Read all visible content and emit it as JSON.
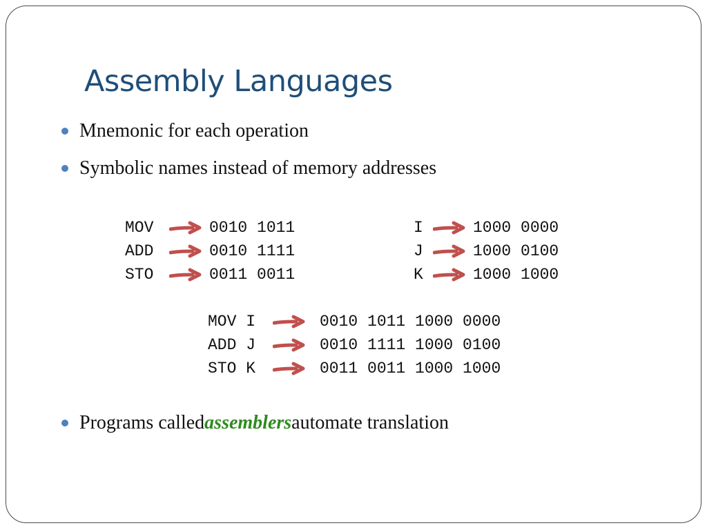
{
  "slide": {
    "title": "Assembly Languages",
    "bullets": [
      "Mnemonic for each operation",
      "Symbolic names instead of memory addresses"
    ],
    "last_bullet": {
      "prefix": "Programs called ",
      "emphasis": "assemblers",
      "suffix": " automate translation"
    },
    "opcodes": [
      {
        "mnemonic": "MOV",
        "binary": "0010 1011"
      },
      {
        "mnemonic": "ADD",
        "binary": "0010 1111"
      },
      {
        "mnemonic": "STO",
        "binary": "0011 0011"
      }
    ],
    "symbols": [
      {
        "name": "I",
        "binary": "1000 0000"
      },
      {
        "name": "J",
        "binary": "1000 0100"
      },
      {
        "name": "K",
        "binary": "1000 1000"
      }
    ],
    "instructions": [
      {
        "assembly": "MOV I",
        "binary": "0010 1011 1000 0000"
      },
      {
        "assembly": "ADD J",
        "binary": "0010 1111 1000 0100"
      },
      {
        "assembly": "STO K",
        "binary": "0011 0011 1000 1000"
      }
    ],
    "colors": {
      "title": "#1f4e79",
      "bullet_dot": "#4f81bd",
      "arrow": "#c0504d",
      "emphasis": "#2e8b1e",
      "border": "#4a4a4a"
    },
    "icons": {
      "arrow": "right-arrow-icon",
      "bullet": "bullet-dot-icon"
    }
  }
}
